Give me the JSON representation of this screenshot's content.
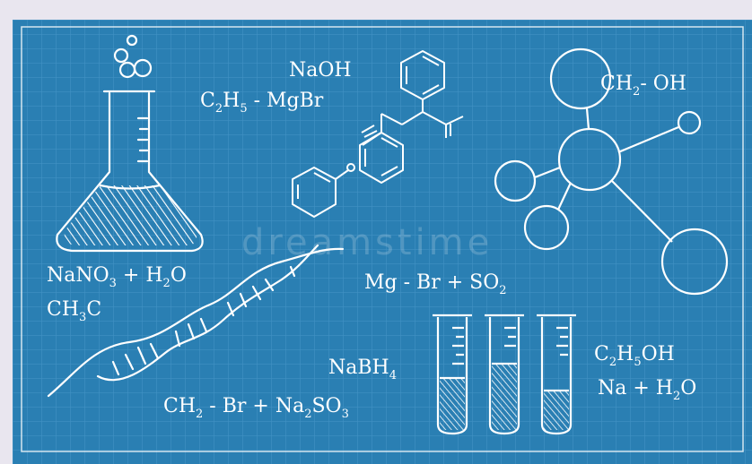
{
  "colors": {
    "board": "#2a7fb3",
    "grid": "#5aa6d6",
    "ink": "#ffffff",
    "frame": "#e9e6ef"
  },
  "formulas": {
    "naoh": "NaOH",
    "grignard_c": "C",
    "grignard_2": "2",
    "grignard_h": "H",
    "grignard_5": "5",
    "grignard_rest": " - MgBr",
    "ch2oh_ch": "CH",
    "ch2oh_2": "2",
    "ch2oh_rest": "- OH",
    "nano3_a": "NaNO",
    "nano3_3": "3",
    "nano3_b": " + H",
    "nano3_2": "2",
    "nano3_c": "O",
    "ch3c_a": "CH",
    "ch3c_3": "3",
    "ch3c_b": "C",
    "mg_a": "Mg - Br + SO",
    "mg_2": "2",
    "nabh_a": "NaBH",
    "nabh_4": "4",
    "ch2br_a": "CH",
    "ch2br_2": "2",
    "ch2br_b": " - Br + Na",
    "ch2br_2b": "2",
    "ch2br_c": "SO",
    "ch2br_3": "3",
    "eth_a": "C",
    "eth_2": "2",
    "eth_b": "H",
    "eth_5": "5",
    "eth_c": "OH",
    "na_a": "Na + H",
    "na_2": "2",
    "na_b": "O"
  },
  "watermark": "dreamstime"
}
